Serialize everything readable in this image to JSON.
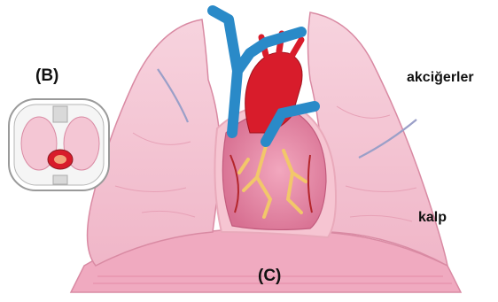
{
  "labels": {
    "inset": "(B)",
    "main_view": "(C)",
    "lungs": "akciğerler",
    "heart": "kalp"
  },
  "colors": {
    "lung_fill": "#f4c6d4",
    "lung_edge": "#d98aa3",
    "pleura_edge": "#e9aabb",
    "heart_fill": "#e58aa6",
    "aorta_red": "#d81c2b",
    "vein_blue": "#2a8ac8",
    "coronary_yellow": "#f2c76a",
    "label_text": "#111111"
  },
  "icons": {
    "inset": "thorax-cross-section-icon",
    "main": "heart-and-lungs-illustration"
  }
}
